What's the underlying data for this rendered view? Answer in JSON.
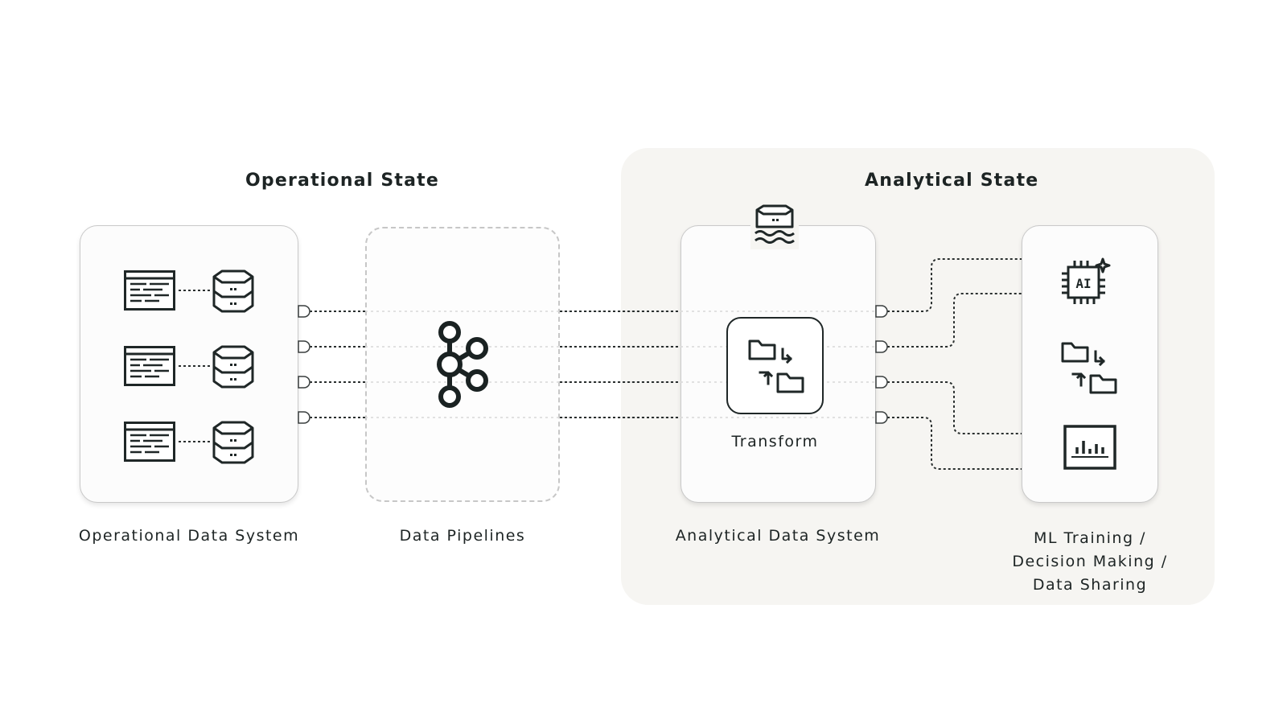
{
  "headings": {
    "operational": "Operational State",
    "analytical": "Analytical State"
  },
  "captions": {
    "operational_system": "Operational Data System",
    "pipelines": "Data Pipelines",
    "analytical_system": "Analytical Data System",
    "consumers": [
      "ML Training /",
      "Decision Making /",
      "Data Sharing"
    ]
  },
  "transform": {
    "label": "Transform"
  },
  "ai_chip": {
    "label": "AI"
  },
  "icons": {
    "operational_rows": [
      "table-icon",
      "database-icon"
    ],
    "pipelines": "kafka-icon",
    "analytical_badge": "data-lake-icon",
    "transform": "folder-sync-icon",
    "consumers": [
      "ai-chip-icon",
      "folder-sync-icon",
      "bar-chart-dashboard-icon"
    ]
  },
  "colors": {
    "ink": "#1d2424",
    "panel": "#f6f5f2",
    "card_border": "#c9c9c9",
    "connector": "#2a2f2f",
    "guide": "#d6d6d6"
  }
}
